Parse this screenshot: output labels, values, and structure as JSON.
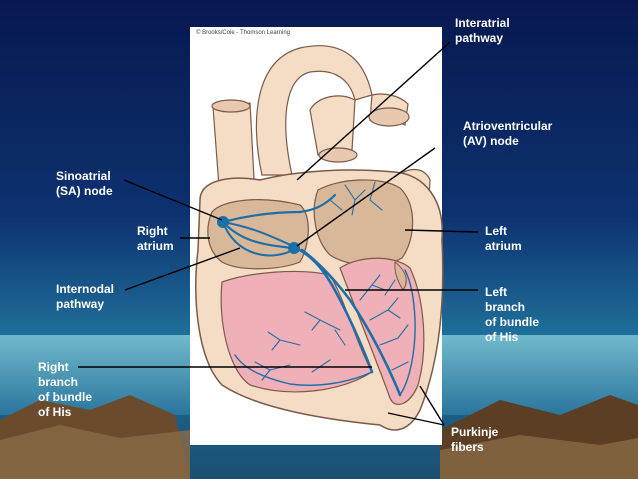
{
  "credit": "© Brooks/Cole - Thomson Learning",
  "labels": {
    "interatrial": "Interatrial\npathway",
    "av_node": "Atrioventricular\n(AV) node",
    "sa_node": "Sinoatrial\n(SA) node",
    "right_atrium": "Right\natrium",
    "left_atrium": "Left\natrium",
    "internodal": "Internodal\npathway",
    "left_branch": "Left\nbranch\nof bundle\nof His",
    "right_branch": "Right\nbranch\nof bundle\nof His",
    "purkinje": "Purkinje\nfibers"
  },
  "colors": {
    "background_top": "#0a1f5c",
    "background_bottom": "#1a5a8a",
    "tissue": "#f5dcc4",
    "chamber": "#d9b89a",
    "ventricle": "#f0b0b8",
    "conduction": "#1e6fa8",
    "label_text": "#ffffff"
  }
}
